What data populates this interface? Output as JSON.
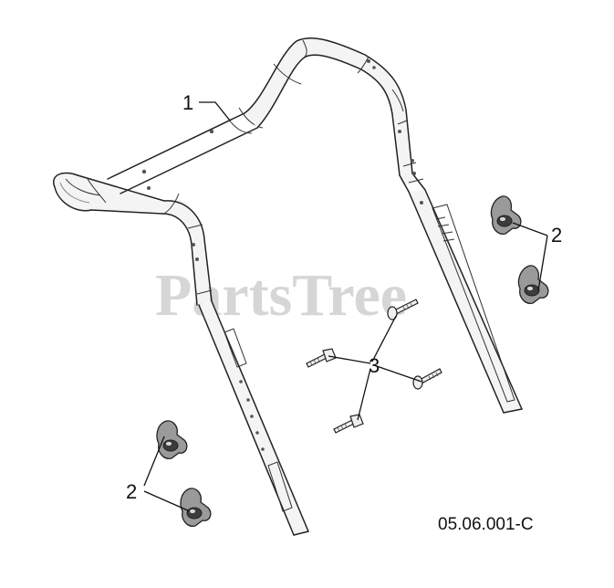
{
  "callouts": {
    "handle": "1",
    "knobs_right": "2",
    "knobs_left": "2",
    "bolts": "3"
  },
  "figure_code": "05.06.001-C",
  "watermark": "PartsTree",
  "colors": {
    "ink": "#222222",
    "watermark": "#cfcfcf",
    "background": "#ffffff"
  }
}
